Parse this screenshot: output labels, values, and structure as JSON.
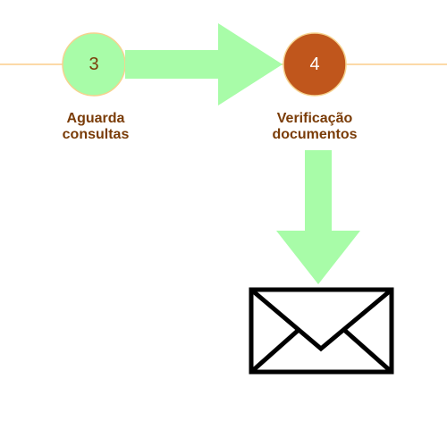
{
  "steps": [
    {
      "number": "3",
      "label_line1": "Aguarda",
      "label_line2": "consultas",
      "state": "completed"
    },
    {
      "number": "4",
      "label_line1": "Verificação",
      "label_line2": "documentos",
      "state": "current"
    }
  ],
  "colors": {
    "timeline": "#fcd9a8",
    "arrow": "#a8fca8",
    "completed_fill": "#a8fca8",
    "completed_border": "#f5d28e",
    "completed_text": "#7a3c08",
    "current_fill": "#c0561c",
    "current_border": "#f5d28e",
    "current_text": "#ffffff",
    "label_text": "#7a3c08",
    "envelope": "#000000"
  },
  "icons": {
    "result": "envelope-icon"
  }
}
